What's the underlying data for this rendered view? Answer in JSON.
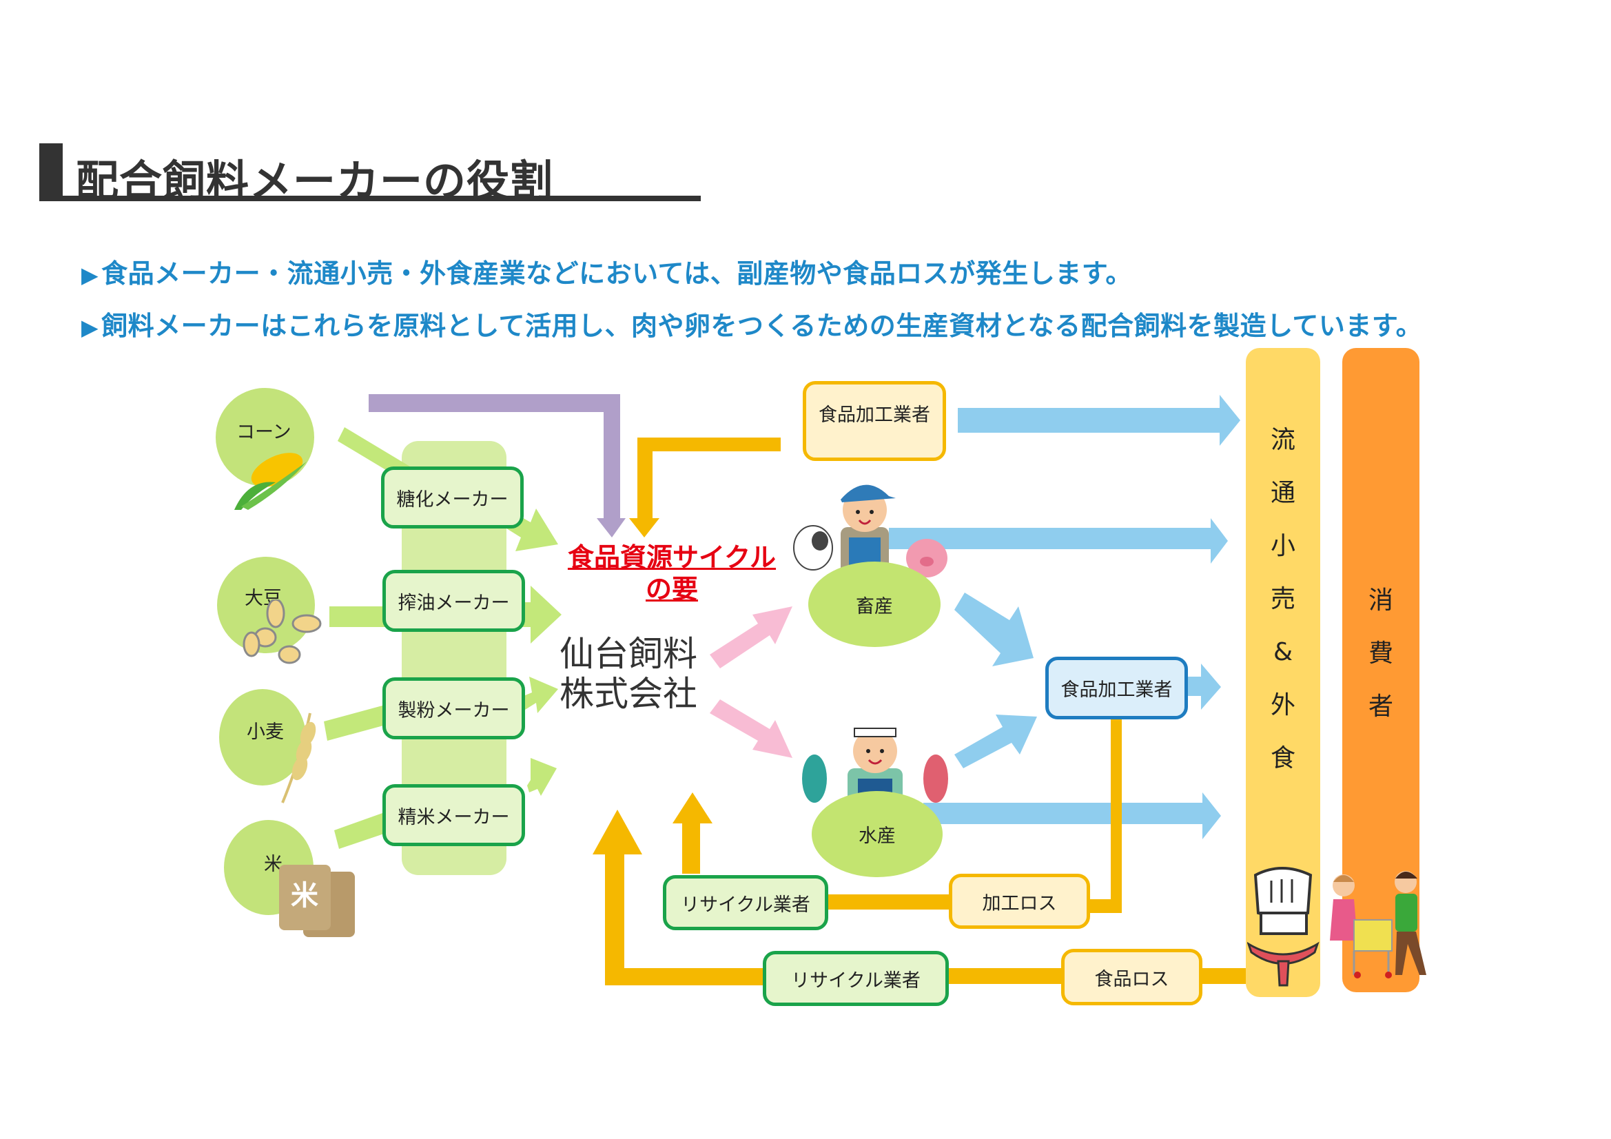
{
  "title": "配合飼料メーカーの役割",
  "bullets": [
    "食品メーカー・流通小売・外食産業などにおいては、副産物や食品ロスが発生します。",
    "飼料メーカーはこれらを原料として活用し、肉や卵をつくるための生産資材となる配合飼料を製造しています。"
  ],
  "bullet_marker": "▶",
  "diagram": {
    "raw_materials": [
      {
        "label": "コーン",
        "icon": "corn-icon"
      },
      {
        "label": "大豆",
        "icon": "soybean-icon"
      },
      {
        "label": "小麦",
        "icon": "wheat-icon"
      },
      {
        "label": "米",
        "icon": "rice-bag-icon"
      }
    ],
    "makers": [
      "糖化メーカー",
      "搾油メーカー",
      "製粉メーカー",
      "精米メーカー"
    ],
    "cycle_title_line1": "食品資源サイクル",
    "cycle_title_line2": "の要",
    "company_line1": "仙台飼料",
    "company_line2": "株式会社",
    "food_processor_top": "食品加工業者",
    "livestock": "畜産",
    "fishery": "水産",
    "food_processor_mid": "食品加工業者",
    "retail_column": [
      "流",
      "通",
      "小",
      "売",
      "&",
      "外",
      "食"
    ],
    "consumer_column": [
      "消",
      "費",
      "者"
    ],
    "recycler_1": "リサイクル業者",
    "processing_loss": "加工ロス",
    "recycler_2": "リサイクル業者",
    "food_loss": "食品ロス"
  },
  "colors": {
    "title": "#333333",
    "bullet_text": "#1e88c8",
    "cycle_red": "#e60012",
    "green_arrow": "#c3e87a",
    "purple_arrow": "#b09fc9",
    "yellow_arrow": "#f5b800",
    "pink_arrow": "#f8bcd4",
    "blue_arrow": "#8fcdee",
    "retail": "#ffd966",
    "consumer": "#ff9a33"
  }
}
